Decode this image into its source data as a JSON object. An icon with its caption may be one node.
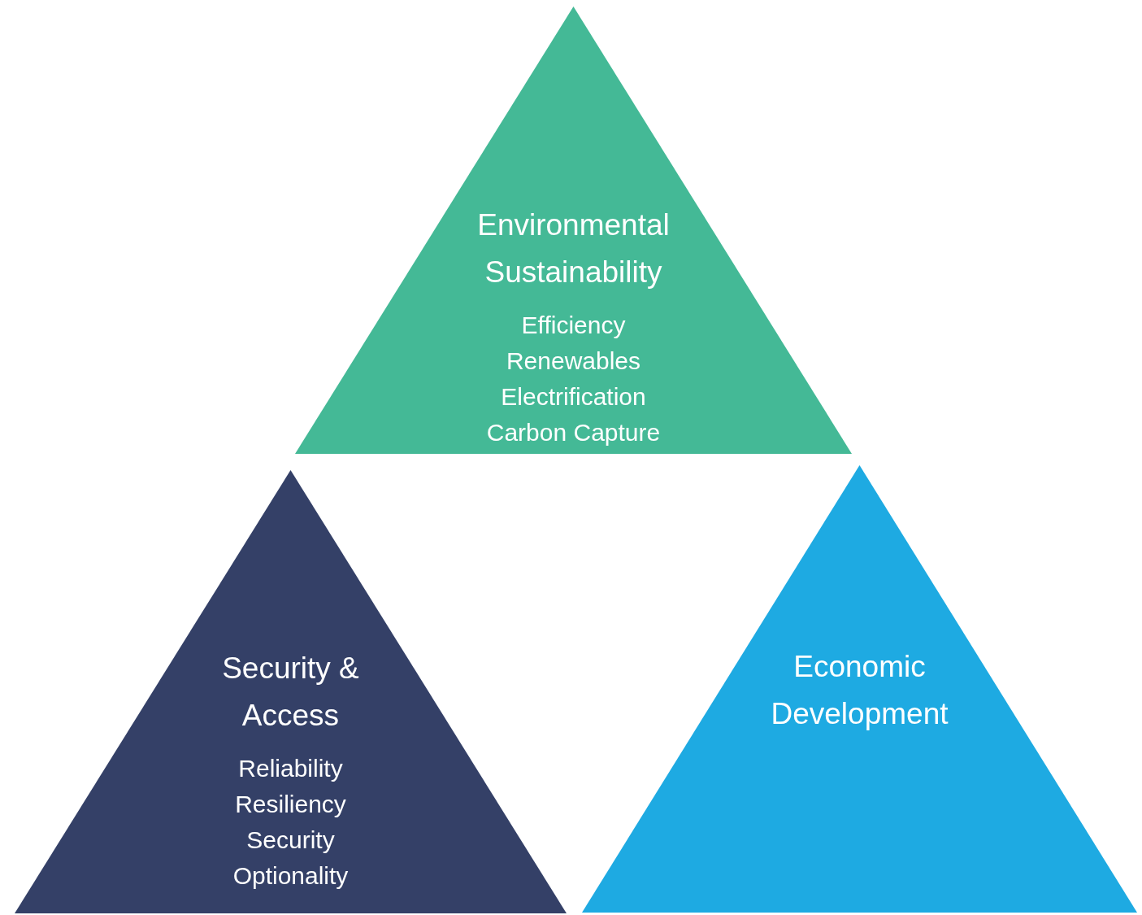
{
  "diagram": {
    "nodes": [
      {
        "text": [
          "Environmental Sustainability",
          "Efficiency",
          "Renewables",
          "Electrification",
          "Carbon Capture"
        ]
      },
      {
        "text": [
          "Security & Access",
          "Reliability",
          "Resiliency",
          "Security",
          "Optionality"
        ]
      },
      {
        "text": [
          "Economic Development"
        ]
      }
    ]
  }
}
